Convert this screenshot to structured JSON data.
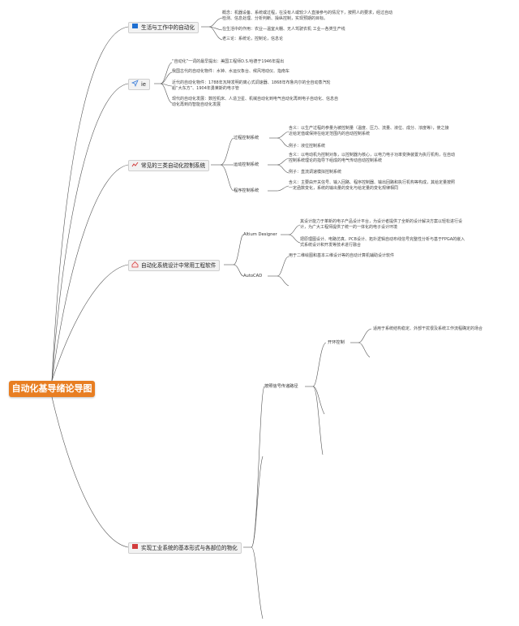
{
  "root": {
    "title": "自动化基导绪论导图"
  },
  "branches": [
    {
      "label": "生活与工作中的自动化",
      "icon": "flag-icon",
      "color": "#1f6fd1",
      "leaves": [
        "概念：机器设备、系统或过程，在没有人或较少人直接参与的情况下，按照人的要求，经过自动检测、信息处理、分析判断、操纵控制，实现预期的目标。",
        "在生活中的作用：农业—温室大棚、无人驾驶农机 工业—各类生产线",
        "老三论：系统论，控制论，信息论"
      ]
    },
    {
      "label": "ie",
      "icon": "paper-plane-icon",
      "color": "#3a7bd5",
      "leaves": [
        "“自动化”一词的最早提出：美国工程师D.S.哈德于1946年提出",
        "我国古代的自动化物件：水钟、水运仪象台、候风地动仪、指南车",
        "近代的自动化物件：1788年瓦特发明的离心式调速器、1868年布鲁内尔的全自动蒸汽轮船“大东方”、1904年勇莱斯的电子管",
        "现代的自动化发展：数控机床、人造卫星、机械自动化到电气自动化再到电子自动化、信息自动化再到向智能自动化发展"
      ]
    },
    {
      "label": "常见的三类自动化控制系统",
      "icon": "chart-line-icon",
      "color": "#d23c3c",
      "subs": [
        {
          "label": "过程控制系统",
          "leaves": [
            "含义：以生产过程的参量为被控制量（温度、压力、流量、液位、成分、浓度等），使之接近给定值或保持在给定范围内的自动控制系统",
            "例子：液位控制系统"
          ]
        },
        {
          "label": "运动控制系统",
          "leaves": [
            "含义：以电动机为控制对象，以控制器为核心，以电力电子功率变换装置为执行机构，在自动控制系统理论的指导下组成的电气传动自动控制系统",
            "例子：直流调速模拟控制系统"
          ]
        },
        {
          "label": "程序控制系统",
          "leaves": [
            "含义：主要由开关信号、输入回路、程序控制器、输出回路和执行机构等构成，其给定量按照一定函数变化，系统的输出量的变化与给定量的变化规律相同"
          ]
        }
      ]
    },
    {
      "label": "自动化系统设计中常用工程软件",
      "icon": "home-icon",
      "color": "#d23c3c",
      "subs": [
        {
          "label": "Altium Designer",
          "leaves": [
            "其设计能力于革新的电子产品设计平台，为设计者提供了全新的设计解决方案以轻松进行设计，为广大工程师提供了统一的一体化的电子设计环境",
            "把原理图设计、电路仿真、PCB设计、拓扑逻辑自动布线信号完整性分析与基于FPGA的嵌入式系统设计和开发等技术进行融合"
          ]
        },
        {
          "label": "AutoCAD",
          "leaves": [
            "用于二维绘图和基本三维设计等的自动计算机辅助设计软件"
          ]
        }
      ]
    },
    {
      "label": "实现工业系统的基本形式与各部位的物化",
      "icon": "flag-icon",
      "color": "#d23c3c",
      "subs": [
        {
          "label": "按照信号传递路径",
          "subs": [
            {
              "label": "开环控制",
              "leaves": [
                "适用于系统结构稳定、外部干扰很及系统工作流程确定的场合"
              ]
            }
          ]
        }
      ]
    }
  ]
}
